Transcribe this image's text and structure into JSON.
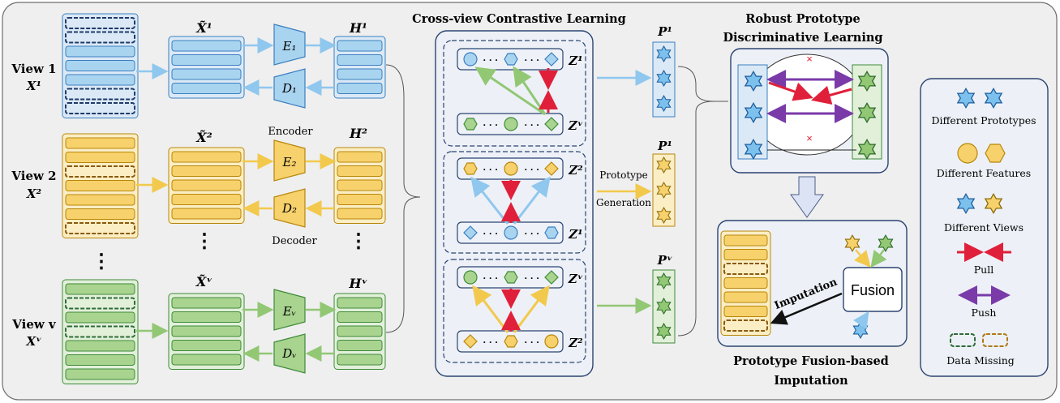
{
  "views": {
    "v1_title": "View 1",
    "v1_var": "X¹",
    "v2_title": "View 2",
    "v2_var": "X²",
    "vv_title": "View v",
    "vv_var": "Xᵛ",
    "vdots": "⋮"
  },
  "completed": {
    "x1": "X̃¹",
    "x2": "X̃²",
    "xv": "X̃ᵛ"
  },
  "encoders": {
    "e1": "E₁",
    "e2": "E₂",
    "ev": "Eᵥ",
    "encoder_label": "Encoder"
  },
  "decoders": {
    "d1": "D₁",
    "d2": "D₂",
    "dv": "Dᵥ",
    "decoder_label": "Decoder"
  },
  "hidden": {
    "h1": "H¹",
    "h2": "H²",
    "hv": "Hᵛ"
  },
  "contrastive": {
    "title": "Cross-view Contrastive Learning",
    "z1": "Z¹",
    "zv": "Zᵛ",
    "z2": "Z²",
    "z1b": "Z¹",
    "zvc": "Zᵛ",
    "z2c": "Z²",
    "ellipsis": "· · ·"
  },
  "prototypes": {
    "p1": "P¹",
    "p2": "P¹",
    "pv": "Pᵛ",
    "gen_line1": "Prototype",
    "gen_line2": "Generation"
  },
  "robust": {
    "title1": "Robust Prototype",
    "title2": "Discriminative Learning"
  },
  "fusion": {
    "label": "Fusion",
    "imputation": "Imputation",
    "title1": "Prototype Fusion-based",
    "title2": "Imputation"
  },
  "legend": {
    "prototypes": "Different Prototypes",
    "features": "Different Features",
    "views": "Different Views",
    "pull": "Pull",
    "push": "Push",
    "missing": "Data Missing"
  },
  "colors": {
    "blue": "#a9d4f0",
    "blue_stroke": "#3a7fc0",
    "yellow": "#f7d16b",
    "yellow_stroke": "#b8860b",
    "green": "#a9d48f",
    "green_stroke": "#3f8a3a",
    "pull": "#e0203a",
    "push": "#7a3aa8",
    "navy": "#1f3a6a"
  }
}
